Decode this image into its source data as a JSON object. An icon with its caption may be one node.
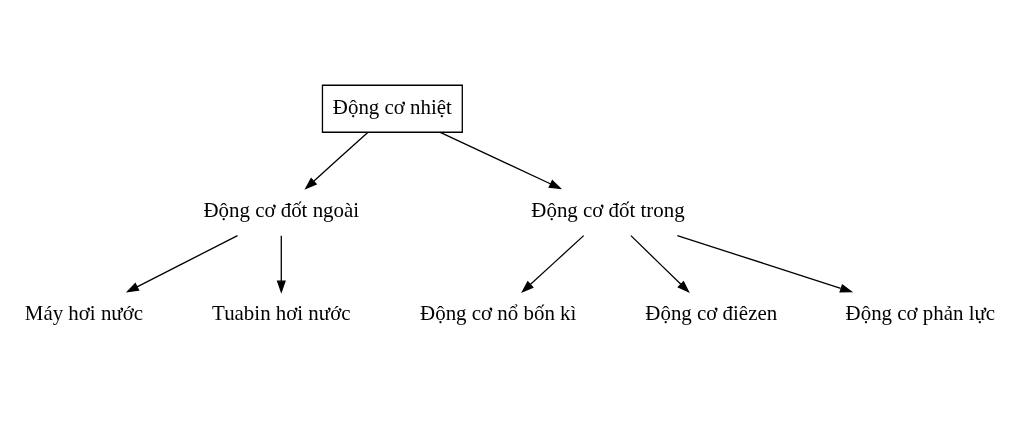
{
  "diagram": {
    "nodes": [
      {
        "text": [
          "Động cơ nhiệt"
        ]
      },
      {
        "text": [
          "Động cơ đốt ngoài"
        ]
      },
      {
        "text": [
          "Động cơ đốt trong"
        ]
      },
      {
        "text": [
          "Máy hơi nước"
        ]
      },
      {
        "text": [
          "Tuabin hơi nước"
        ]
      },
      {
        "text": [
          "Động cơ nổ bốn kì"
        ]
      },
      {
        "text": [
          "Động cơ điêzen"
        ]
      },
      {
        "text": [
          "Động cơ phản lực"
        ]
      }
    ],
    "edges": [
      {
        "from": 0,
        "to": 1,
        "arrow": "to"
      },
      {
        "from": 0,
        "to": 2,
        "arrow": "to"
      },
      {
        "from": 1,
        "to": 3,
        "arrow": "to"
      },
      {
        "from": 1,
        "to": 4,
        "arrow": "to"
      },
      {
        "from": 2,
        "to": 5,
        "arrow": "to"
      },
      {
        "from": 2,
        "to": 6,
        "arrow": "to"
      },
      {
        "from": 2,
        "to": 7,
        "arrow": "to"
      }
    ]
  }
}
